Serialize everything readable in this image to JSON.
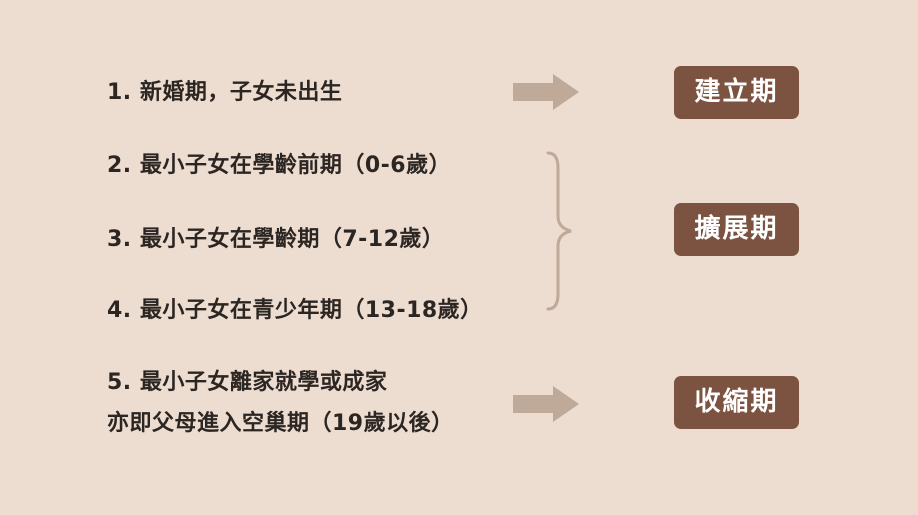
{
  "stages": [
    {
      "text": "1. 新婚期，子女未出生"
    },
    {
      "text": "2. 最小子女在學齡前期（0-6歲）"
    },
    {
      "text": "3. 最小子女在學齡期（7-12歲）"
    },
    {
      "text": "4. 最小子女在青少年期（13-18歲）"
    },
    {
      "line1": "5. 最小子女離家就學或成家",
      "line2": "亦即父母進入空巢期（19歲以後）"
    }
  ],
  "phases": {
    "establish": "建立期",
    "expand": "擴展期",
    "contract": "收縮期"
  },
  "colors": {
    "background": "#eddcd0",
    "badge": "#7b5340",
    "arrow": "#bfa999",
    "text": "#2c2623"
  }
}
